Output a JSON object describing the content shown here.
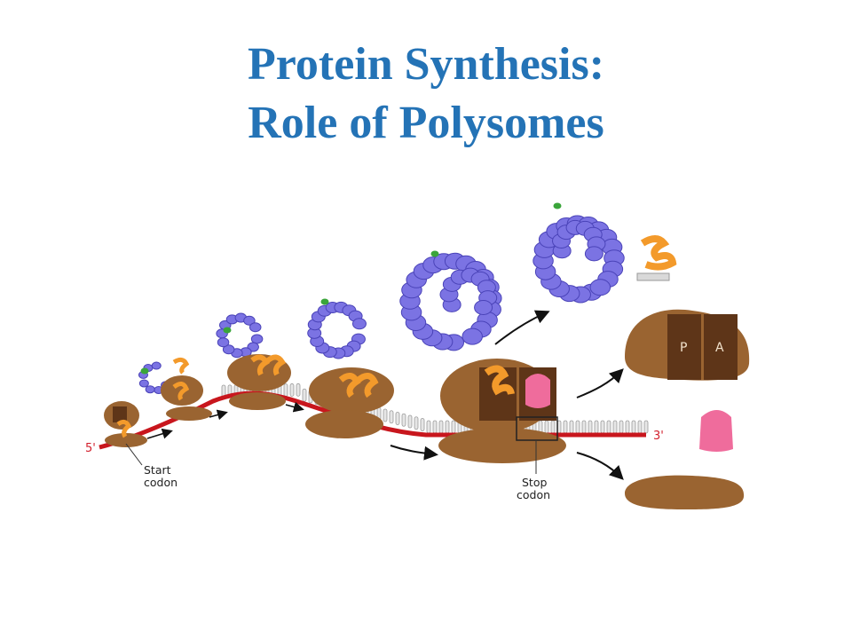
{
  "title": {
    "line1": "Protein Synthesis:",
    "line2": "Role of Polysomes"
  },
  "labels": {
    "five_prime": "5'",
    "three_prime": "3'",
    "start_line1": "Start",
    "start_line2": "codon",
    "stop_line1": "Stop",
    "stop_line2": "codon",
    "site_p": "P",
    "site_a": "A"
  },
  "colors": {
    "title": "#2473b6",
    "mrna": "#c8161d",
    "ribosome": "#9a6431",
    "ribosome_dark": "#5e3518",
    "polypeptide": "#7b73e3",
    "trna": "#f39a2b",
    "release_factor": "#ef6c9c"
  }
}
